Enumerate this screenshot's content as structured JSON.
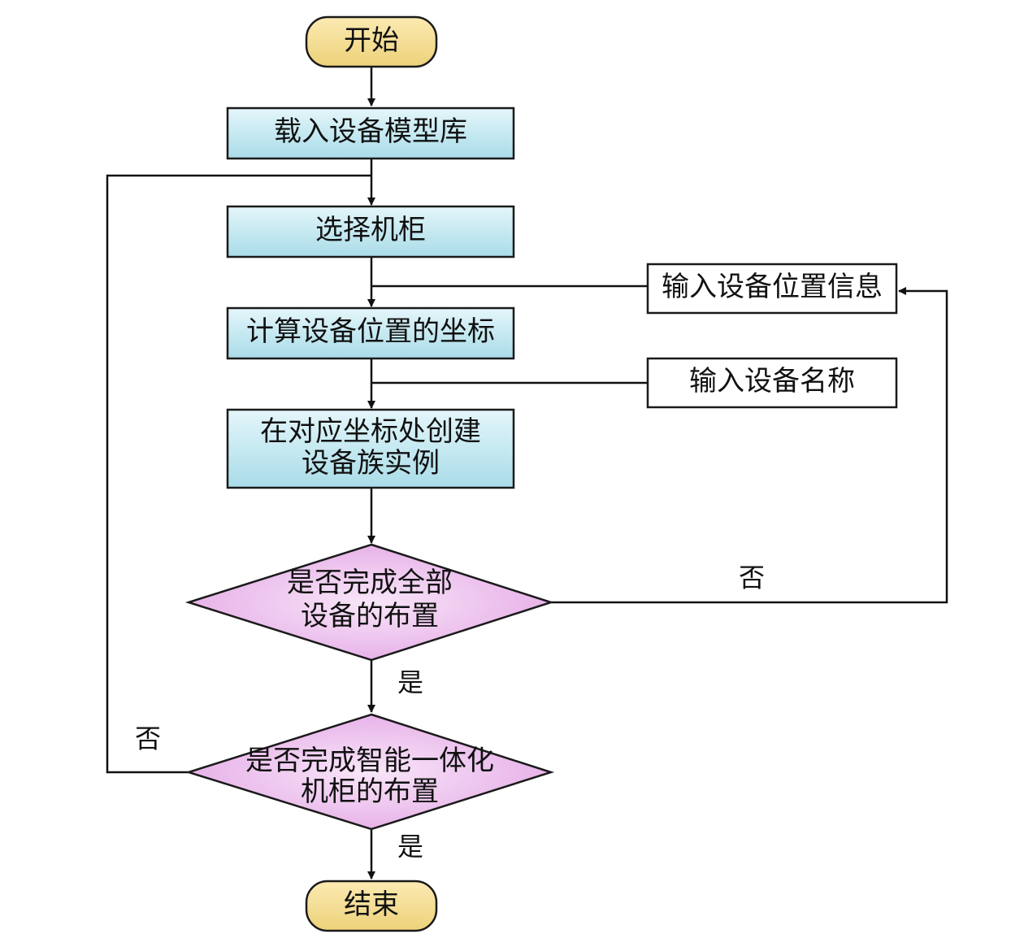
{
  "nodes": {
    "start": "开始",
    "load_library": "载入设备模型库",
    "select_cabinet": "选择机柜",
    "calc_coords": "计算设备位置的坐标",
    "create_instance_line1": "在对应坐标处创建",
    "create_instance_line2": "设备族实例",
    "input_position": "输入设备位置信息",
    "input_name": "输入设备名称",
    "decision_devices_line1": "是否完成全部",
    "decision_devices_line2": "设备的布置",
    "decision_cabinet_line1": "是否完成智能一体化",
    "decision_cabinet_line2": "机柜的布置",
    "end": "结束"
  },
  "edge_labels": {
    "devices_no": "否",
    "devices_yes": "是",
    "cabinet_no": "否",
    "cabinet_yes": "是"
  },
  "colors": {
    "process_fill_top": "#d9f1f7",
    "process_fill_bottom": "#a9dce8",
    "terminal_fill": "#f4dc8c",
    "decision_fill": "#eab8ec"
  }
}
